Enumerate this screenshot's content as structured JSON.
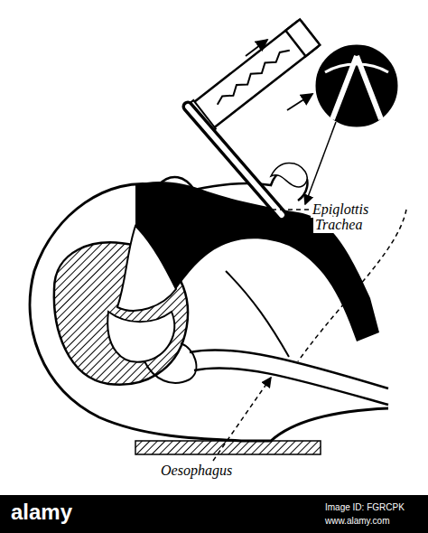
{
  "diagram": {
    "labels": [
      "Epiglottis",
      "Trachea",
      "Oesophagus",
      "alamy",
      "Image ID: FGRCPK",
      "www.alamy.com"
    ]
  }
}
